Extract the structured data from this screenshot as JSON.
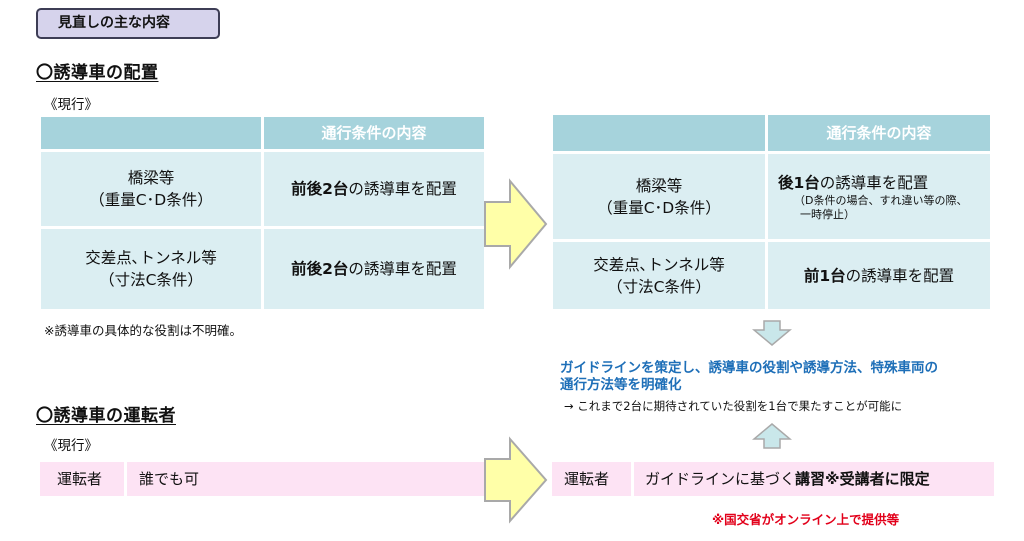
{
  "header": {
    "tag_label": "見直しの主な内容"
  },
  "placement": {
    "heading": "〇誘導車の配置",
    "current_label": "《現行》",
    "column_header": "通行条件の内容",
    "current": [
      {
        "condition_line1": "橋梁等",
        "condition_line2": "（重量C･D条件）",
        "strong": "前後2台",
        "rest": "の誘導車を配置"
      },
      {
        "condition_line1": "交差点､トンネル等",
        "condition_line2": "（寸法C条件）",
        "strong": "前後2台",
        "rest": "の誘導車を配置"
      }
    ],
    "note": "※誘導車の具体的な役割は不明確。",
    "revised": [
      {
        "condition_line1": "橋梁等",
        "condition_line2": "（重量C･D条件）",
        "strong": "後1台",
        "rest": "の誘導車を配置",
        "small_line1": "（D条件の場合、すれ違い等の際、",
        "small_line2": "一時停止）"
      },
      {
        "condition_line1": "交差点､トンネル等",
        "condition_line2": "（寸法C条件）",
        "strong": "前1台",
        "rest": "の誘導車を配置"
      }
    ]
  },
  "guideline": {
    "line1": "ガイドラインを策定し、誘導車の役割や誘導方法、特殊車両の",
    "line2": "通行方法等を明確化",
    "arrow_note": "→ これまで2台に期待されていた役割を1台で果たすことが可能に"
  },
  "driver": {
    "heading": "〇誘導車の運転者",
    "current_label": "《現行》",
    "label": "運転者",
    "current_value": "誰でも可",
    "revised_prefix": "ガイドラインに基づく",
    "revised_strong1": "講習",
    "revised_strong2": "※受講者に限定",
    "red_note": "※国交省がオンライン上で提供等"
  },
  "colors": {
    "table_header": "#a6d3dc",
    "table_cell": "#dbeef2",
    "pink_row": "#fde3f4",
    "arrow_fill": "#ffffa8",
    "arrow_stroke": "#a9a9a9",
    "down_up_arrow_fill": "#c9e7ea",
    "guideline_text": "#1e6fb8",
    "red_note": "#e2001a"
  }
}
